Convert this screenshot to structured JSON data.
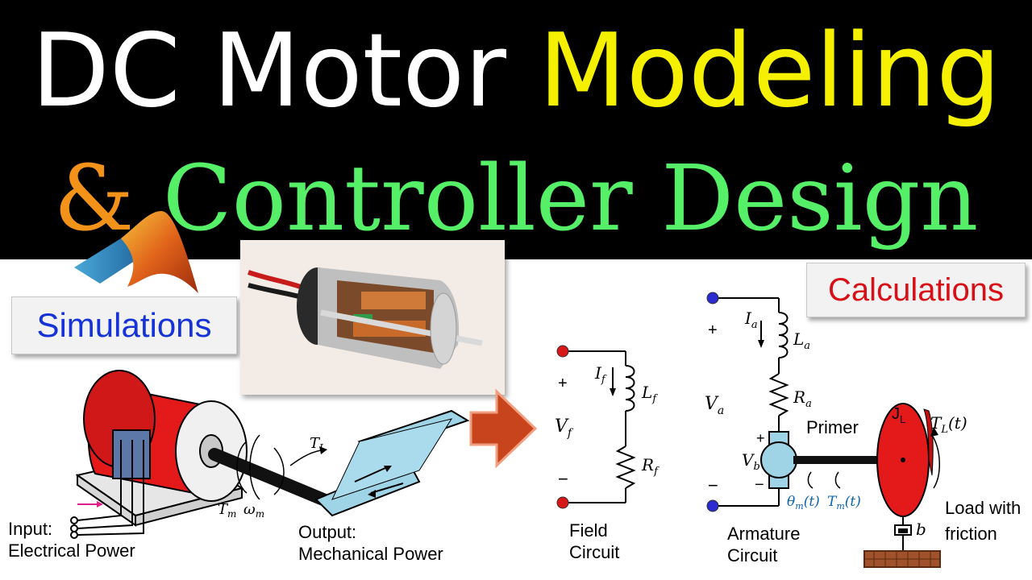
{
  "title": {
    "line1": {
      "part1": "DC Motor",
      "part2": "Modeling"
    },
    "line2": {
      "part1": "&",
      "part2": "Controller Design"
    }
  },
  "badges": {
    "simulations": "Simulations",
    "calculations": "Calculations"
  },
  "motor_diagram": {
    "input_label": [
      "Input:",
      "Electrical Power"
    ],
    "output_label": [
      "Output:",
      "Mechanical Power"
    ],
    "torque_load": "T",
    "torque_load_sub": "L",
    "torque_motor": "T",
    "torque_motor_sub": "m",
    "omega": "ω",
    "omega_sub": "m"
  },
  "field_circuit": {
    "plus": "+",
    "minus": "−",
    "voltage": "V",
    "voltage_sub": "f",
    "current": "I",
    "current_sub": "f",
    "inductor": "L",
    "inductor_sub": "f",
    "resistor": "R",
    "resistor_sub": "f",
    "label": [
      "Field",
      "Circuit"
    ]
  },
  "armature_circuit": {
    "plus_top": "+",
    "minus_bottom": "−",
    "voltage": "V",
    "voltage_sub": "a",
    "current": "I",
    "current_sub": "a",
    "inductor": "L",
    "inductor_sub": "a",
    "resistor": "R",
    "resistor_sub": "a",
    "back_emf": "V",
    "back_emf_sub": "b",
    "emf_plus": "+",
    "emf_minus": "−",
    "theta": "θ",
    "theta_sub": "m",
    "theta_arg": "(t)",
    "tm": "T",
    "tm_sub": "m",
    "tm_arg": "(t)",
    "shaft_label": "Primer",
    "inertia": "J",
    "inertia_sub": "L",
    "load_torque": "T",
    "load_torque_sub": "L",
    "load_torque_arg": "(t)",
    "damper": "b",
    "load_label": [
      "Load with",
      "friction"
    ],
    "label": [
      "Armature",
      "Circuit"
    ]
  },
  "colors": {
    "banner": "#000000",
    "white_text": "#ffffff",
    "yellow_text": "#f4f000",
    "orange_text": "#f29219",
    "green_text": "#55f068",
    "sim_text": "#1533d8",
    "calc_text": "#d80f16",
    "motor_red": "#e41a1a",
    "arrow_orange": "#c8441c",
    "terminal_red": "#d81818",
    "terminal_blue": "#2b2bd0",
    "belt_blue": "#9fd3e6",
    "emf_blue": "#0b64b4"
  },
  "icons": [
    "matlab-logo-icon",
    "motor-cutaway-photo",
    "arrow-right-icon"
  ]
}
